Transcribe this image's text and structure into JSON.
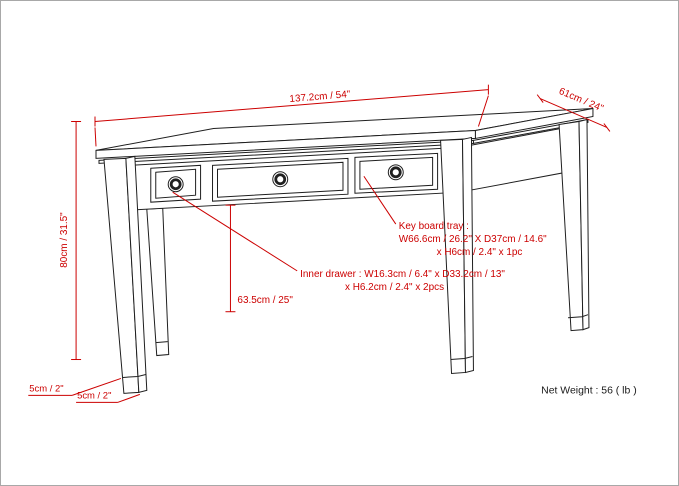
{
  "diagram": {
    "background": "#ffffff",
    "line_color": "#1f1f1f",
    "dimension_color": "#cc0000",
    "dimensions": {
      "width": "137.2cm / 54\"",
      "depth": "61cm / 24\"",
      "height": "80cm / 31.5\"",
      "knee_clearance": "63.5cm / 25\"",
      "foot_front": "5cm / 2\"",
      "foot_side": "5cm / 2\""
    },
    "notes": {
      "keyboard_tray_line1": "Key board tray :",
      "keyboard_tray_line2": "W66.6cm / 26.2\" X D37cm / 14.6\"",
      "keyboard_tray_line3": "x H6cm / 2.4\" x 1pc",
      "inner_drawer_line1": "Inner drawer : W16.3cm / 6.4\" x D33.2cm / 13\"",
      "inner_drawer_line2": "x H6.2cm / 2.4\" x 2pcs",
      "net_weight": "Net Weight : 56 ( lb )"
    }
  }
}
